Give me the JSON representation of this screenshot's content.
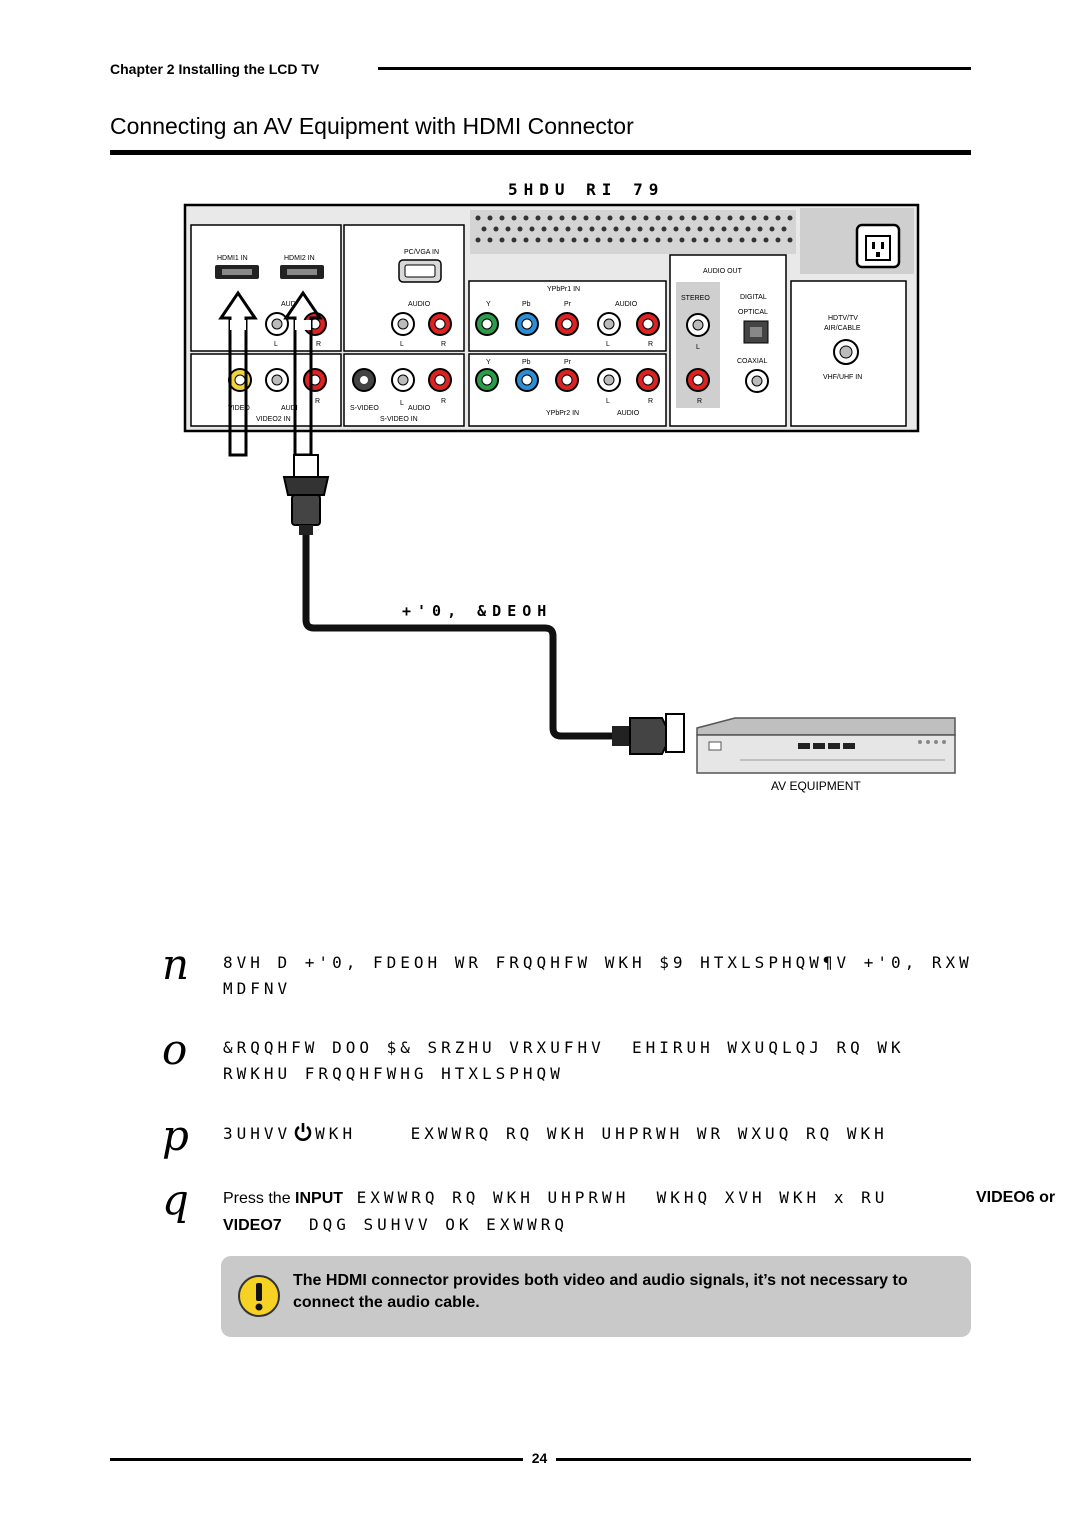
{
  "header": {
    "chapter": "Chapter 2 Installing the LCD TV",
    "title": "Connecting an AV Equipment with HDMI Connector"
  },
  "diagram": {
    "rear_label": "5HDU RI 79",
    "cable_label": "+'0, &DEOH",
    "device_label": "AV EQUIPMENT",
    "panel": {
      "hdmi1": "HDMI1 IN",
      "hdmi2": "HDMI2 IN",
      "pcvga": "PC/VGA IN",
      "audio": "AUDIO",
      "aud_partial": "AUD",
      "aud_partial2": "AUDI",
      "l": "L",
      "r": "R",
      "video": "VIDEO",
      "video2in": "VIDEO2 IN",
      "svideo": "S-VIDEO",
      "svideoin": "S-VIDEO IN",
      "ypbpr1": "YPbPr1 IN",
      "ypbpr2": "YPbPr2 IN",
      "y": "Y",
      "pb": "Pb",
      "pr": "Pr",
      "audio_out": "AUDIO OUT",
      "stereo": "STEREO",
      "digital": "DIGITAL",
      "optical": "OPTICAL",
      "coaxial": "COAXIAL",
      "hdtv": "HDTV/TV",
      "aircable": "AIR/CABLE",
      "vhf": "VHF/UHF IN"
    }
  },
  "steps": [
    {
      "num": "n",
      "line1": "8VH D +'0, FDEOH WR FRQQHFW WKH $9 HTXLSPHQW¶V +'0, RXW",
      "line2": "MDFNV"
    },
    {
      "num": "o",
      "line1": "&RQQHFW DOO $& SRZHU VRXUFHV  EHIRUH WXUQLQJ RQ WK",
      "line2": "RWKHU FRQQHFWHG HTXLSPHQW"
    },
    {
      "num": "p",
      "line1_pre": "3UHVV",
      "line1_post": "WKH    EXWWRQ RQ WKH UHPRWH WR WXUQ RQ WKH"
    },
    {
      "num": "q",
      "line1_lead": "Press the ",
      "line1_bold": "INPUT",
      "line1_rest": " EXWWRQ RQ WKH UHPRWH  WKHQ XVH WKH x RU",
      "line1_overlay": "VIDEO6 or",
      "line2_bold": "VIDEO7",
      "line2_rest": "  DQG SUHVV OK EXWWRQ"
    }
  ],
  "note": {
    "text": "The HDMI connector provides both video and audio signals, it’s not necessary to connect the audio cable."
  },
  "footer": {
    "page": "24"
  }
}
